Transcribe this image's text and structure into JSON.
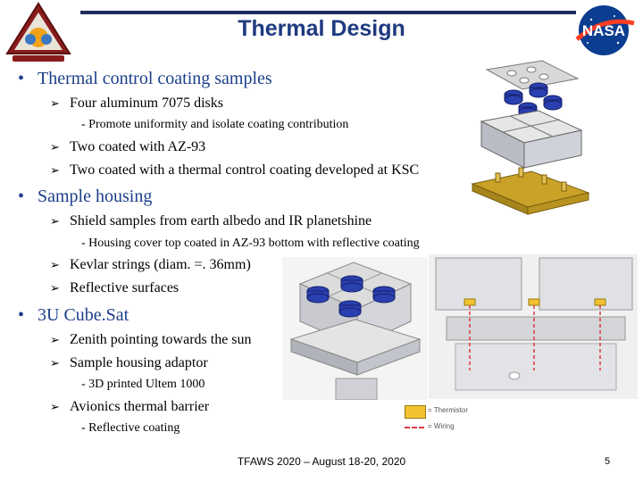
{
  "slide": {
    "title": "Thermal Design",
    "sections": [
      {
        "label": "Thermal control coating samples",
        "items": [
          {
            "text": "Four aluminum 7075 disks",
            "sub": "- Promote uniformity and isolate coating contribution"
          },
          {
            "text": "Two coated with AZ-93"
          },
          {
            "text": "Two coated with a thermal control coating developed at KSC"
          }
        ]
      },
      {
        "label": "Sample housing",
        "items": [
          {
            "text": "Shield samples from earth albedo and IR planetshine",
            "sub": "- Housing cover top coated in AZ-93 bottom with reflective coating"
          },
          {
            "text": "Kevlar strings (diam. =. 36mm)"
          },
          {
            "text": "Reflective surfaces"
          }
        ]
      },
      {
        "label": "3U Cube.Sat",
        "items": [
          {
            "text": "Zenith pointing towards the sun"
          },
          {
            "text": "Sample housing adaptor",
            "sub": "- 3D printed Ultem 1000"
          },
          {
            "text": "Avionics thermal barrier",
            "sub": "- Reflective coating"
          }
        ]
      }
    ],
    "legend": {
      "thermistor": "= Thermistor",
      "wiring": "= Wiring"
    },
    "footer": "TFAWS 2020 – August 18-20, 2020",
    "page_number": "5",
    "nasa_logo_text": "NASA",
    "colors": {
      "title": "#1f3a80",
      "bullet": "#1c3f8a",
      "thermistor": "#f2c230",
      "wiring": "#e0393e",
      "coating_blue": "#2a3fb0",
      "housing_gold": "#c9a227"
    }
  }
}
